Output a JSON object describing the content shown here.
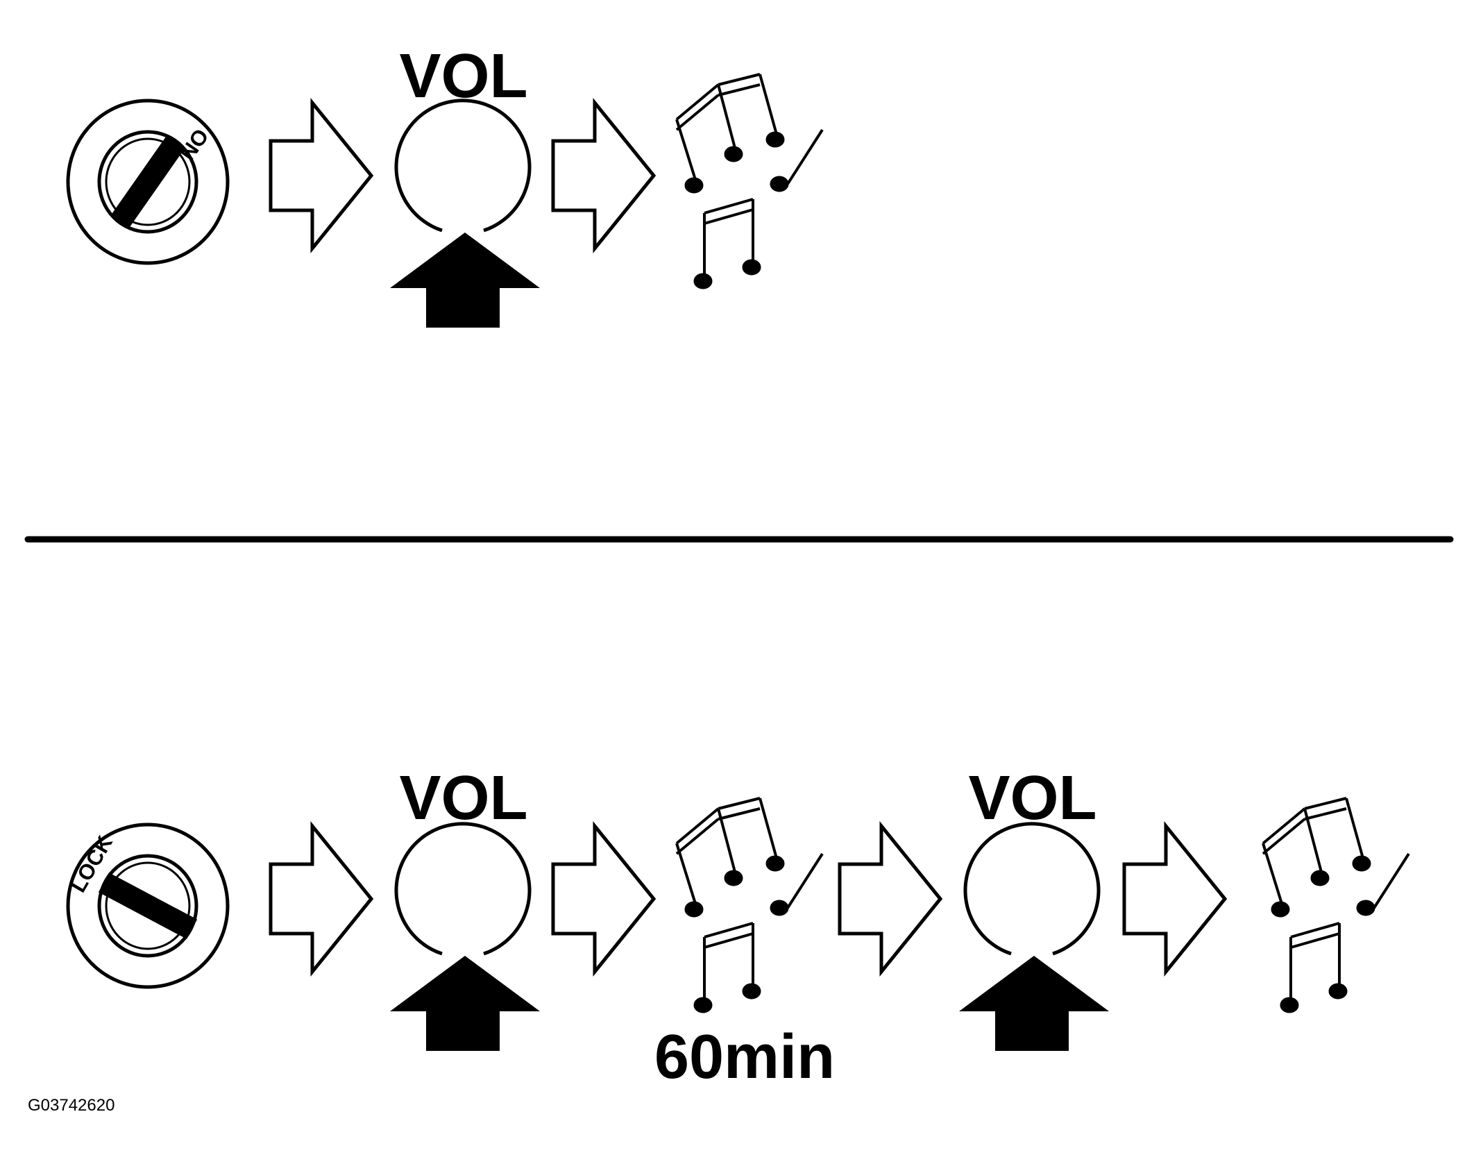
{
  "diagram": {
    "steps_top": {
      "ignition_label": "ON",
      "knob_label": "VOL"
    },
    "steps_bottom": {
      "ignition_label": "LOCK",
      "knob_label_1": "VOL",
      "knob_label_2": "VOL",
      "interval_label": "60min"
    },
    "reference_code": "G03742620"
  },
  "icons": {
    "ignition": "ignition-key-icon",
    "flow_arrow": "right-outline-arrow-icon",
    "knob": "volume-knob-icon",
    "push": "push-up-arrow-icon",
    "sound": "music-notes-icon"
  },
  "colors": {
    "ink": "#000000",
    "paper": "#ffffff"
  }
}
